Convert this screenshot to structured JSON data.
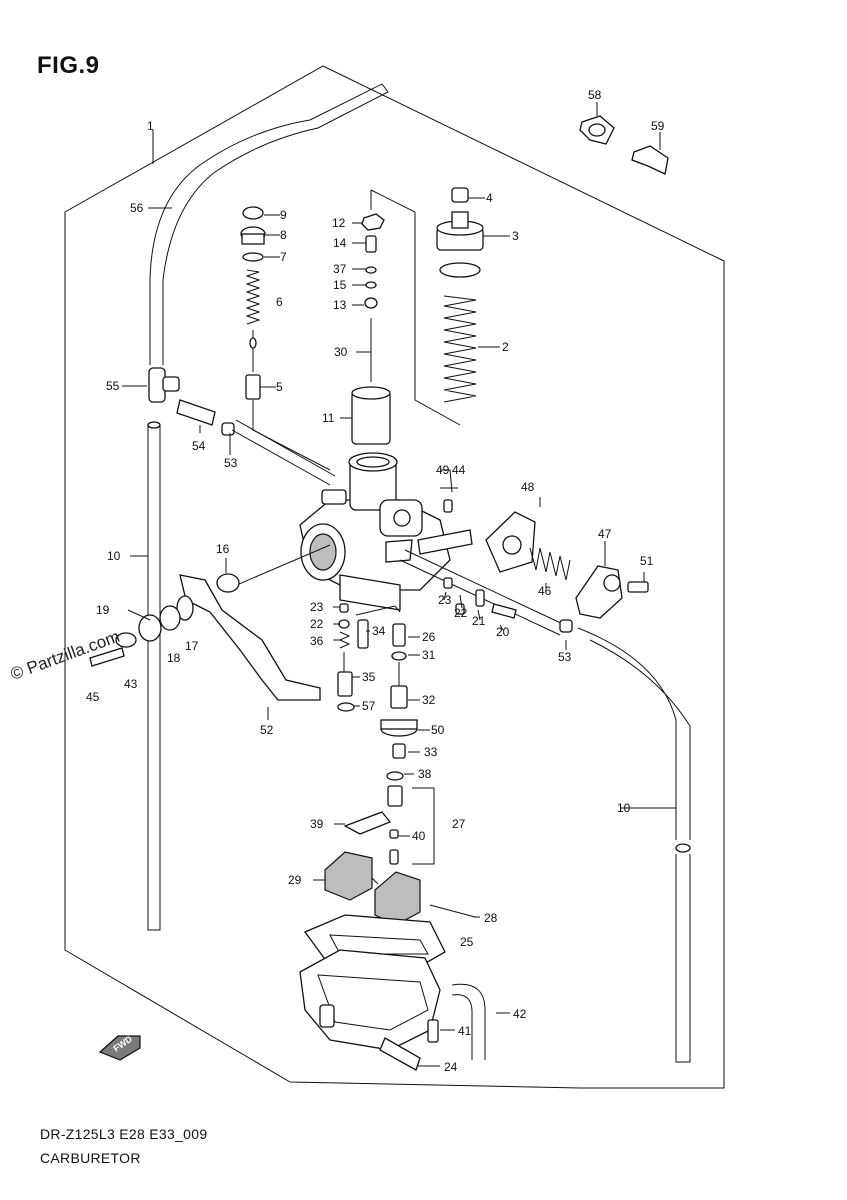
{
  "figure": {
    "title": "FIG.9",
    "code": "DR-Z125L3 E28 E33_009",
    "name": "CARBURETOR",
    "watermark": "© Partzilla.com",
    "fwd_label": "FWD"
  },
  "callouts": [
    {
      "id": "1",
      "label": "1"
    },
    {
      "id": "2",
      "label": "2"
    },
    {
      "id": "3",
      "label": "3"
    },
    {
      "id": "4",
      "label": "4"
    },
    {
      "id": "5",
      "label": "5"
    },
    {
      "id": "6",
      "label": "6"
    },
    {
      "id": "7",
      "label": "7"
    },
    {
      "id": "8",
      "label": "8"
    },
    {
      "id": "9",
      "label": "9"
    },
    {
      "id": "10a",
      "label": "10"
    },
    {
      "id": "10b",
      "label": "10"
    },
    {
      "id": "11",
      "label": "11"
    },
    {
      "id": "12",
      "label": "12"
    },
    {
      "id": "13",
      "label": "13"
    },
    {
      "id": "14",
      "label": "14"
    },
    {
      "id": "15",
      "label": "15"
    },
    {
      "id": "16",
      "label": "16"
    },
    {
      "id": "17",
      "label": "17"
    },
    {
      "id": "18",
      "label": "18"
    },
    {
      "id": "19",
      "label": "19"
    },
    {
      "id": "20",
      "label": "20"
    },
    {
      "id": "21",
      "label": "21"
    },
    {
      "id": "22a",
      "label": "22"
    },
    {
      "id": "22b",
      "label": "22"
    },
    {
      "id": "23a",
      "label": "23"
    },
    {
      "id": "23b",
      "label": "23"
    },
    {
      "id": "24",
      "label": "24"
    },
    {
      "id": "25",
      "label": "25"
    },
    {
      "id": "26",
      "label": "26"
    },
    {
      "id": "27",
      "label": "27"
    },
    {
      "id": "28",
      "label": "28"
    },
    {
      "id": "29",
      "label": "29"
    },
    {
      "id": "30",
      "label": "30"
    },
    {
      "id": "31",
      "label": "31"
    },
    {
      "id": "32",
      "label": "32"
    },
    {
      "id": "33",
      "label": "33"
    },
    {
      "id": "34",
      "label": "34"
    },
    {
      "id": "35",
      "label": "35"
    },
    {
      "id": "36",
      "label": "36"
    },
    {
      "id": "37",
      "label": "37"
    },
    {
      "id": "38",
      "label": "38"
    },
    {
      "id": "39",
      "label": "39"
    },
    {
      "id": "40",
      "label": "40"
    },
    {
      "id": "41",
      "label": "41"
    },
    {
      "id": "42",
      "label": "42"
    },
    {
      "id": "43",
      "label": "43"
    },
    {
      "id": "44",
      "label": "44"
    },
    {
      "id": "45",
      "label": "45"
    },
    {
      "id": "46",
      "label": "46"
    },
    {
      "id": "47",
      "label": "47"
    },
    {
      "id": "48",
      "label": "48"
    },
    {
      "id": "49",
      "label": "49"
    },
    {
      "id": "50",
      "label": "50"
    },
    {
      "id": "51",
      "label": "51"
    },
    {
      "id": "52",
      "label": "52"
    },
    {
      "id": "53a",
      "label": "53"
    },
    {
      "id": "53b",
      "label": "53"
    },
    {
      "id": "54",
      "label": "54"
    },
    {
      "id": "55",
      "label": "55"
    },
    {
      "id": "56",
      "label": "56"
    },
    {
      "id": "57",
      "label": "57"
    },
    {
      "id": "58",
      "label": "58"
    },
    {
      "id": "59",
      "label": "59"
    }
  ]
}
